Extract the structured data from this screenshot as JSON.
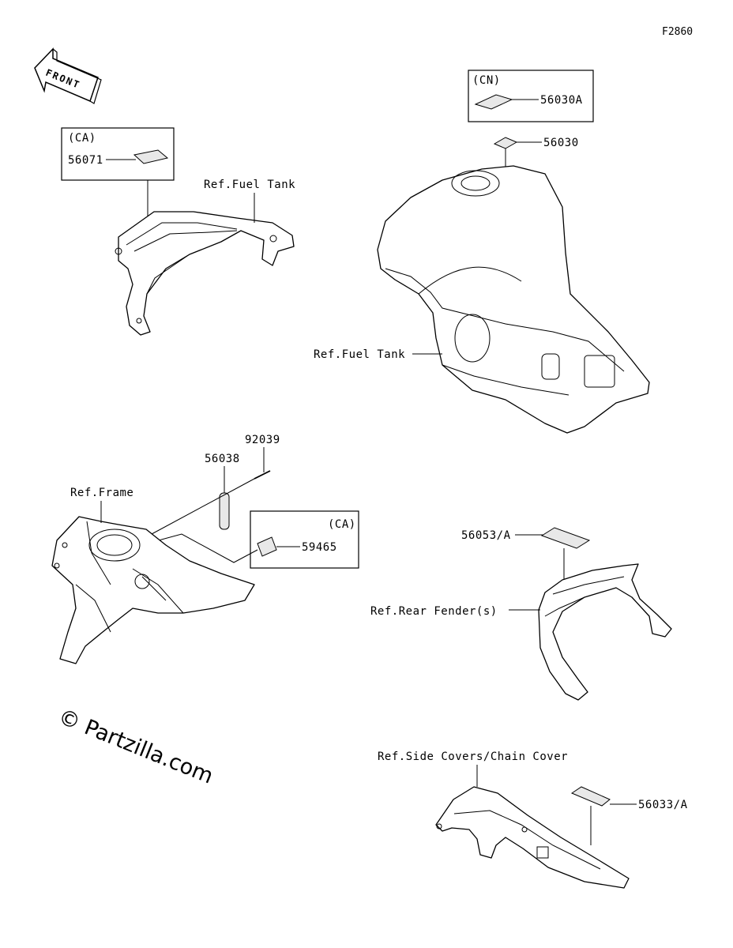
{
  "figure_id": "F2860",
  "front_arrow": {
    "text": "FRONT",
    "icon": "front-arrow-icon"
  },
  "groups": [
    {
      "id": "headlight-cover",
      "ref_label": "Ref.Fuel Tank",
      "region_box": "(CA)",
      "part_number": "56071"
    },
    {
      "id": "fuel-tank",
      "ref_label": "Ref.Fuel Tank",
      "region_box": "(CN)",
      "part_numbers": [
        "56030A",
        "56030"
      ]
    },
    {
      "id": "frame",
      "ref_label": "Ref.Frame",
      "region_box": "(CA)",
      "part_numbers": [
        "92039",
        "56038",
        "59465"
      ]
    },
    {
      "id": "rear-fender",
      "ref_label": "Ref.Rear Fender(s)",
      "part_number": "56053/A"
    },
    {
      "id": "chain-cover",
      "ref_label": "Ref.Side Covers/Chain Cover",
      "part_number": "56033/A"
    }
  ],
  "watermark": "© Partzilla.com",
  "colors": {
    "line": "#000000",
    "background": "#ffffff",
    "label_fill": "#e8e8e8"
  }
}
